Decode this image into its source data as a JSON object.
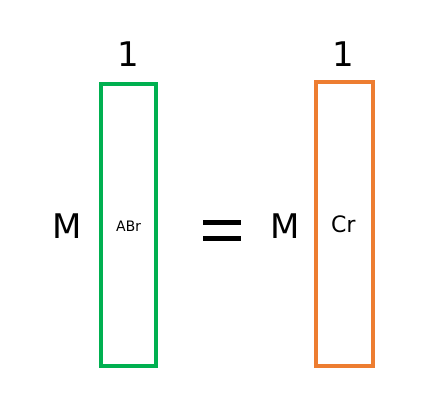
{
  "left": {
    "col_count": "1",
    "row_count": "M",
    "matrix_name": "ABr",
    "border_color": "#00b050"
  },
  "operator": "=",
  "right": {
    "col_count": "1",
    "row_count": "M",
    "matrix_name": "Cr",
    "border_color": "#ed7d31"
  }
}
